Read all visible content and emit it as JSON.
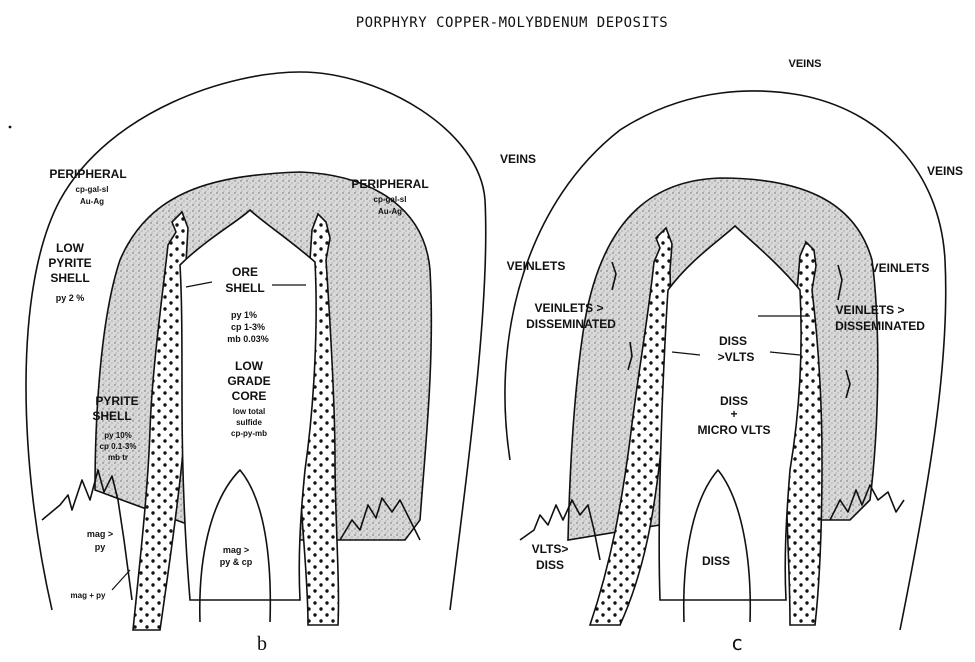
{
  "title": "PORPHYRY COPPER-MOLYBDENUM DEPOSITS",
  "panel_b": {
    "letter": "b",
    "peripheral_left": "PERIPHERAL",
    "peripheral_left_minerals": "cp-gal-sl",
    "peripheral_left_metals": "Au-Ag",
    "peripheral_right": "PERIPHERAL",
    "peripheral_right_minerals": "cp-gal-sl",
    "peripheral_right_metals": "Au-Ag",
    "low_pyrite_shell": [
      "LOW",
      "PYRITE",
      "SHELL"
    ],
    "low_pyrite_value": "py 2 %",
    "ore_shell": [
      "ORE",
      "SHELL"
    ],
    "ore_shell_values": [
      "py 1%",
      "cp 1-3%",
      "mb 0.03%"
    ],
    "low_grade_core": [
      "LOW",
      "GRADE",
      "CORE"
    ],
    "low_grade_desc": [
      "low total",
      "sulfide",
      "cp-py-mb"
    ],
    "pyrite_shell": [
      "PYRITE",
      "SHELL"
    ],
    "pyrite_shell_values": [
      "py 10%",
      "cp 0.1-3%",
      "mb tr"
    ],
    "mag_py": [
      "mag >",
      "py"
    ],
    "mag_plus_py": "mag + py",
    "mag_py_cp": [
      "mag >",
      "py & cp"
    ]
  },
  "panel_c": {
    "letter": "c",
    "veins_top": "VEINS",
    "veins_left": "VEINS",
    "veins_right": "VEINS",
    "veinlets_left": "VEINLETS",
    "veinlets_right": "VEINLETS",
    "veinlets_diss_left": [
      "VEINLETS >",
      "DISSEMINATED"
    ],
    "veinlets_diss_right": [
      "VEINLETS >",
      "DISSEMINATED"
    ],
    "diss_vlts": [
      "DISS",
      ">VLTS"
    ],
    "diss_micro": [
      "DISS",
      "+",
      "MICRO VLTS"
    ],
    "vlts_diss": [
      "VLTS>",
      "DISS"
    ],
    "diss_core": "DISS"
  }
}
